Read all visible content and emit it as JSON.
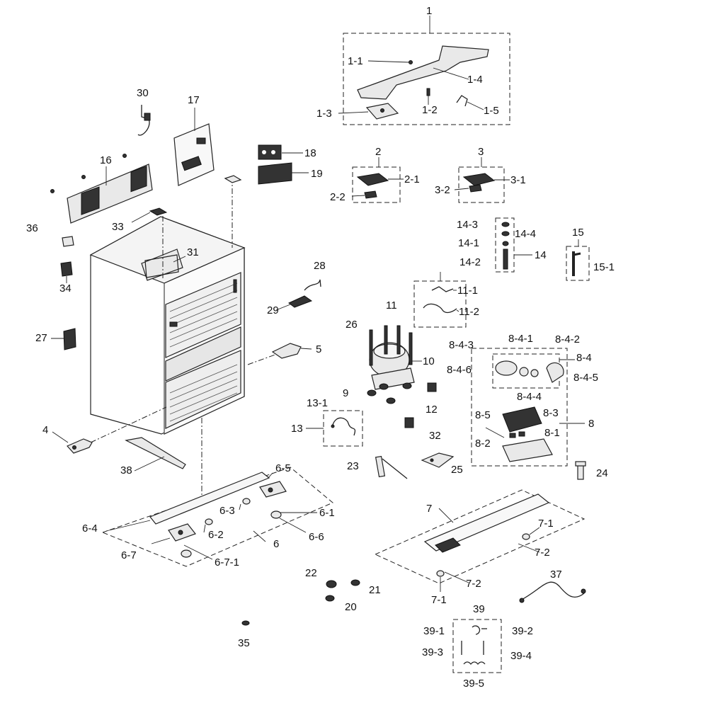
{
  "labels": {
    "l1": "1",
    "l1_1": "1-1",
    "l1_2": "1-2",
    "l1_3": "1-3",
    "l1_4": "1-4",
    "l1_5": "1-5",
    "l2": "2",
    "l2_1": "2-1",
    "l2_2": "2-2",
    "l3": "3",
    "l3_1": "3-1",
    "l3_2": "3-2",
    "l4": "4",
    "l5": "5",
    "l6": "6",
    "l6_1": "6-1",
    "l6_2": "6-2",
    "l6_3": "6-3",
    "l6_4": "6-4",
    "l6_5": "6-5",
    "l6_6": "6-6",
    "l6_7": "6-7",
    "l6_7_1": "6-7-1",
    "l7": "7",
    "l7_1a": "7-1",
    "l7_1b": "7-1",
    "l7_2a": "7-2",
    "l7_2b": "7-2",
    "l8": "8",
    "l8_1": "8-1",
    "l8_2": "8-2",
    "l8_3": "8-3",
    "l8_4": "8-4",
    "l8_4_1": "8-4-1",
    "l8_4_2": "8-4-2",
    "l8_4_3": "8-4-3",
    "l8_4_4": "8-4-4",
    "l8_4_5": "8-4-5",
    "l8_4_6": "8-4-6",
    "l8_5": "8-5",
    "l9": "9",
    "l10": "10",
    "l11": "11",
    "l11_1": "11-1",
    "l11_2": "11-2",
    "l12": "12",
    "l13": "13",
    "l13_1": "13-1",
    "l14": "14",
    "l14_1": "14-1",
    "l14_2": "14-2",
    "l14_3": "14-3",
    "l14_4": "14-4",
    "l15": "15",
    "l15_1": "15-1",
    "l16": "16",
    "l17": "17",
    "l18": "18",
    "l19": "19",
    "l20": "20",
    "l21": "21",
    "l22": "22",
    "l23": "23",
    "l24": "24",
    "l25": "25",
    "l26": "26",
    "l27": "27",
    "l28": "28",
    "l29": "29",
    "l30": "30",
    "l31": "31",
    "l32": "32",
    "l33": "33",
    "l34": "34",
    "l35": "35",
    "l36": "36",
    "l37": "37",
    "l38": "38",
    "l39": "39",
    "l39_1": "39-1",
    "l39_2": "39-2",
    "l39_3": "39-3",
    "l39_4": "39-4",
    "l39_5": "39-5"
  }
}
